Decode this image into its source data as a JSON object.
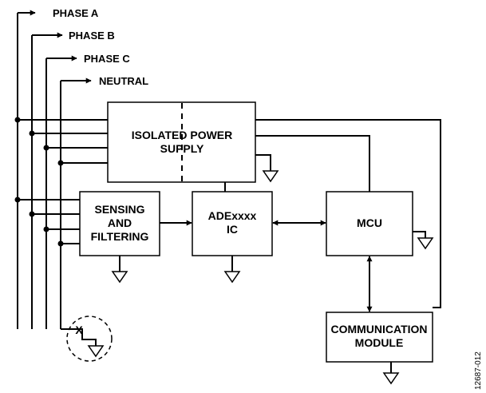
{
  "phases": [
    "PHASE A",
    "PHASE B",
    "PHASE C",
    "NEUTRAL"
  ],
  "blocks": {
    "power_supply": [
      "ISOLATED POWER",
      "SUPPLY"
    ],
    "sensing": [
      "SENSING",
      "AND",
      "FILTERING"
    ],
    "ade": [
      "ADExxxx",
      "IC"
    ],
    "mcu": [
      "MCU"
    ],
    "comm": [
      "COMMUNICATION",
      "MODULE"
    ]
  },
  "neutral_fault_mark": "X",
  "figure_id": "12687-012"
}
